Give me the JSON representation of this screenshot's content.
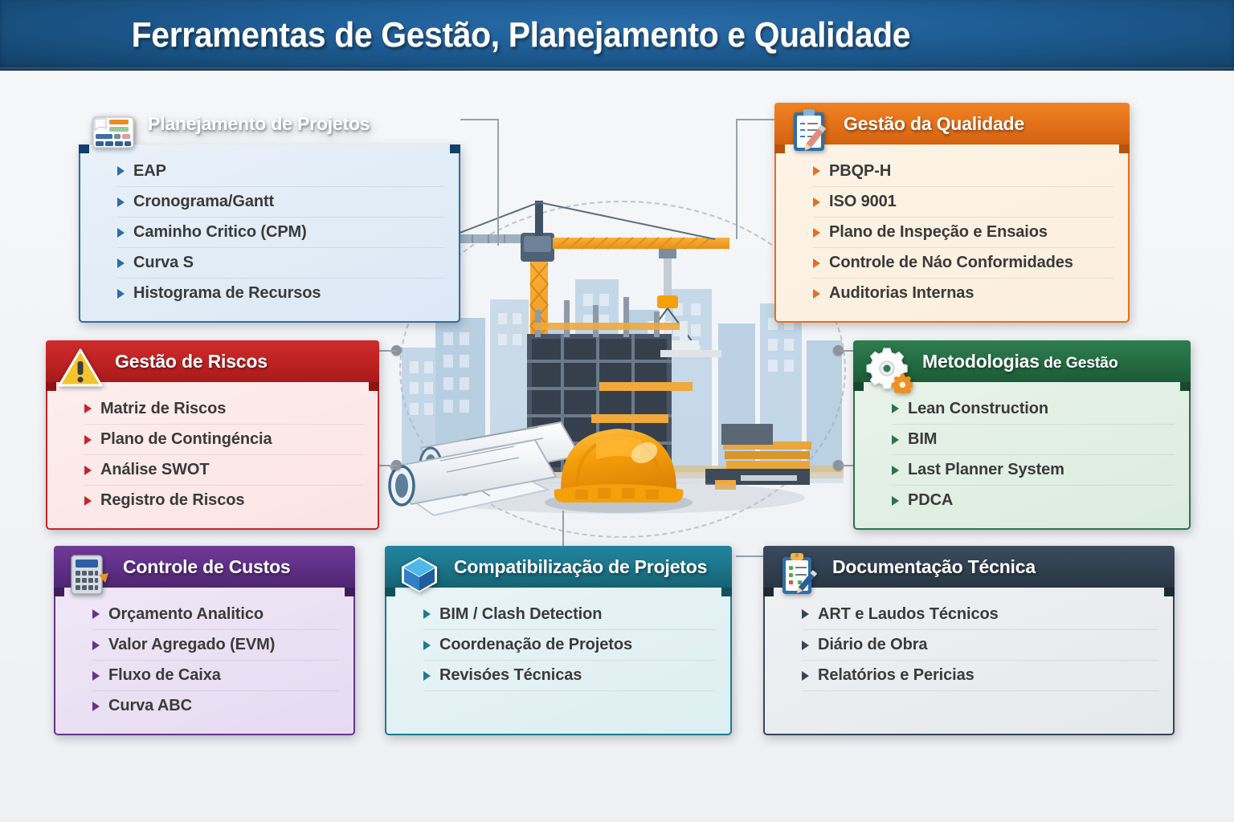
{
  "header": {
    "title": "Ferramentas de Gestão, Planejamento e Qualidade",
    "bg_color": "#1d5b94"
  },
  "center_illustration": {
    "name": "construction-site-illustration",
    "elements": [
      "tower-crane",
      "building-under-construction",
      "city-skyline",
      "blueprint-rolls",
      "orange-hard-hat",
      "timber-stack"
    ]
  },
  "cards": [
    {
      "id": "planning",
      "title": "Planejamento de Projetos",
      "title_main": "Planejamento de Projetos",
      "title_rest": "",
      "icon": "gantt-chart-icon",
      "accent": "#1d5b94",
      "items": [
        "EAP",
        "Cronograma/Gantt",
        "Caminho Critico (CPM)",
        "Curva S",
        "Histograma de Recursos"
      ]
    },
    {
      "id": "quality",
      "title": "Gestão da Qualidade",
      "title_main": "Gestão da Qualidade",
      "title_rest": "",
      "icon": "clipboard-checklist-pencil-icon",
      "accent": "#e4701a",
      "items": [
        "PBQP-H",
        "ISO 9001",
        "Plano de Inspeção e Ensaios",
        "Controle de Náo Conformidades",
        "Auditorias Internas"
      ]
    },
    {
      "id": "risks",
      "title": "Gestão de Riscos",
      "title_main": "Gestão de Riscos",
      "title_rest": "",
      "icon": "warning-triangle-icon",
      "accent": "#bd2222",
      "items": [
        "Matriz de Riscos",
        "Plano de Contingéncia",
        "Análise SWOT",
        "Registro de Riscos"
      ]
    },
    {
      "id": "methods",
      "title": "Metodologias de Gestão",
      "title_main": "Metodologias",
      "title_rest": " de Gestão",
      "icon": "gears-icon",
      "accent": "#246b42",
      "items": [
        "Lean Construction",
        "BIM",
        "Last Planner System",
        "PDCA"
      ]
    },
    {
      "id": "costs",
      "title": "Controle de Custos",
      "title_main": "Controle de Custos",
      "title_rest": "",
      "icon": "calculator-icon",
      "accent": "#5e2f85",
      "items": [
        "Orçamento Analitico",
        "Valor Agregado (EVM)",
        "Fluxo de Caixa",
        "Curva ABC"
      ]
    },
    {
      "id": "compat",
      "title": "Compatibilização de Projetos",
      "title_main": "Compatibilização de Projetos",
      "title_rest": "",
      "icon": "3d-cube-icon",
      "accent": "#1b7389",
      "items": [
        "BIM / Clash Detection",
        "Coordenação de Projetos",
        "Revisóes Técnicas"
      ]
    },
    {
      "id": "docs",
      "title": "Documentação Técnica",
      "title_main": "Documentação Técnica",
      "title_rest": "",
      "icon": "clipboard-document-pencil-icon",
      "accent": "#31404f",
      "items": [
        "ART e Laudos Técnicos",
        "Diário de Obra",
        "Relatórios e Pericias"
      ]
    }
  ]
}
